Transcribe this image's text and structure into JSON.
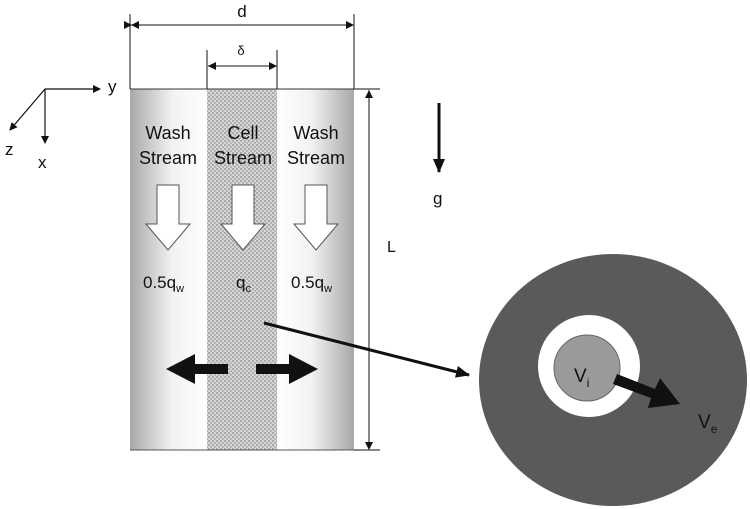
{
  "dimensions": {
    "d": "d",
    "delta": "δ",
    "L": "L"
  },
  "axes": {
    "y": "y",
    "z": "z",
    "x": "x"
  },
  "gravity": {
    "label": "g"
  },
  "streams": {
    "wash_left": {
      "line1": "Wash",
      "line2": "Stream",
      "flow": "0.5q",
      "flow_sub": "w"
    },
    "cell": {
      "line1": "Cell",
      "line2": "Stream",
      "flow": "q",
      "flow_sub": "c"
    },
    "wash_right": {
      "line1": "Wash",
      "line2": "Stream",
      "flow": "0.5q",
      "flow_sub": "w"
    }
  },
  "cell_detail": {
    "inner": {
      "label": "V",
      "sub": "i"
    },
    "outer": {
      "label": "V",
      "sub": "e"
    }
  },
  "colors": {
    "outer_cell": "#5a5a5a",
    "inner_core": "#9a9a9a",
    "ring": "#ffffff",
    "stream_gray": "#c8c8c8",
    "arrow": "#111111"
  }
}
